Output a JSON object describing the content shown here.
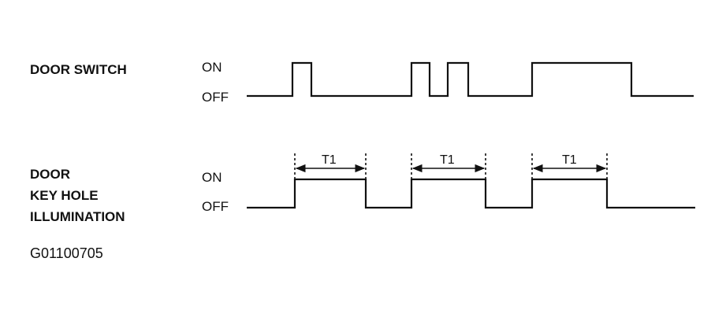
{
  "signals": {
    "door_switch": {
      "label": "DOOR SWITCH",
      "on_label": "ON",
      "off_label": "OFF"
    },
    "key_hole": {
      "label_lines": [
        "DOOR",
        "KEY HOLE",
        "ILLUMINATION"
      ],
      "on_label": "ON",
      "off_label": "OFF"
    }
  },
  "timer_label": "T1",
  "figure_code": "G01100705"
}
